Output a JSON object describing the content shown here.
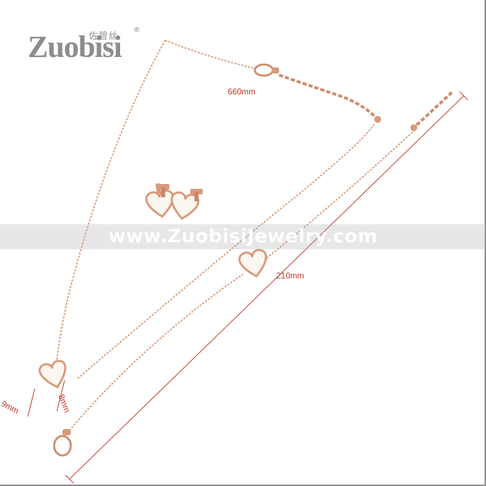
{
  "brand": {
    "name": "Zuobisi",
    "chinese": "佐碧丝",
    "registered": "®"
  },
  "watermark": {
    "text": "www.ZuobisiJewelry.com"
  },
  "dimensions": {
    "necklace_length": "660mm",
    "bracelet_length": "210mm",
    "pendant_width": "9mm",
    "pendant_height": "8mm"
  },
  "colors": {
    "rose_gold": "#d99a7a",
    "rose_gold_dark": "#b9745a",
    "shell_white": "#fbf6ef",
    "measure_red": "#c0392b",
    "logo_gray": "#8c8c8c"
  }
}
